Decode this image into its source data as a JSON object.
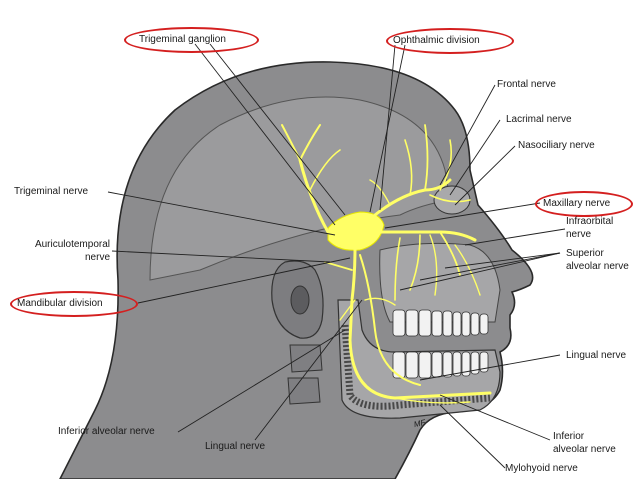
{
  "labels": {
    "trigeminal_ganglion": "Trigeminal ganglion",
    "ophthalmic_division": "Ophthalmic division",
    "frontal_nerve": "Frontal nerve",
    "lacrimal_nerve": "Lacrimal nerve",
    "nasociliary_nerve": "Nasociliary nerve",
    "trigeminal_nerve": "Trigeminal nerve",
    "maxillary_nerve": "Maxillary nerve",
    "infraorbital_line1": "Infraorbital",
    "infraorbital_line2": "nerve",
    "auriculotemporal_line1": "Auriculotemporal",
    "auriculotemporal_line2": "nerve",
    "superior_alveolar_line1": "Superior",
    "superior_alveolar_line2": "alveolar nerve",
    "mandibular_division": "Mandibular division",
    "lingual_nerve_right": "Lingual nerve",
    "inferior_alveolar_left": "Inferior alveolar nerve",
    "lingual_nerve_bottom": "Lingual nerve",
    "inferior_alveolar_right_line1": "Inferior",
    "inferior_alveolar_right_line2": "alveolar nerve",
    "mylohyoid_nerve": "Mylohyoid nerve",
    "signature": "MF"
  },
  "colors": {
    "head": "#8c8c8e",
    "outline": "#2a2a2a",
    "nerve": "#ffff66",
    "highlight": "#d41f1f",
    "teeth": "#f2f2f2"
  }
}
